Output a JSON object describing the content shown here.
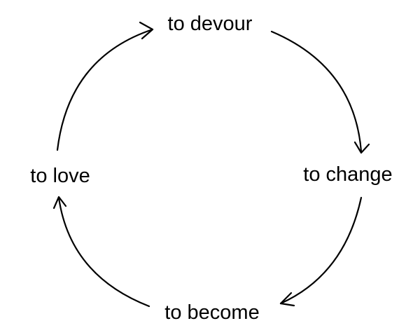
{
  "diagram": {
    "type": "cycle",
    "stroke_color": "#000000",
    "background_color": "#ffffff",
    "nodes": [
      {
        "id": "devour",
        "label": "to devour"
      },
      {
        "id": "change",
        "label": "to change"
      },
      {
        "id": "become",
        "label": "to become"
      },
      {
        "id": "love",
        "label": "to love"
      }
    ],
    "edges": [
      {
        "from": "devour",
        "to": "change",
        "direction": "clockwise"
      },
      {
        "from": "change",
        "to": "become",
        "direction": "clockwise"
      },
      {
        "from": "become",
        "to": "love",
        "direction": "clockwise"
      },
      {
        "from": "love",
        "to": "devour",
        "direction": "clockwise"
      }
    ]
  }
}
